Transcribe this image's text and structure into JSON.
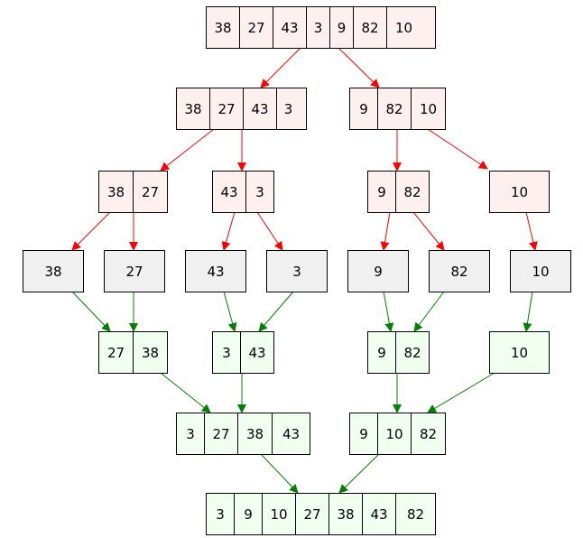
{
  "colors": {
    "split_fill": "#fff0f0",
    "merge_fill": "#f0fff0",
    "leaf_fill": "#f0f0f0",
    "split_edge": "#ff0000",
    "merge_edge": "#008000",
    "stroke": "#000000"
  },
  "nodes": {
    "root": {
      "kind": "split",
      "cells": [
        "38",
        "27",
        "43",
        "3",
        "9",
        "82",
        "10"
      ]
    },
    "s1a": {
      "kind": "split",
      "cells": [
        "38",
        "27",
        "43",
        "3"
      ]
    },
    "s1b": {
      "kind": "split",
      "cells": [
        "9",
        "82",
        "10"
      ]
    },
    "s2a": {
      "kind": "split",
      "cells": [
        "38",
        "27"
      ]
    },
    "s2b": {
      "kind": "split",
      "cells": [
        "43",
        "3"
      ]
    },
    "s2c": {
      "kind": "split",
      "cells": [
        "9",
        "82"
      ]
    },
    "s2d": {
      "kind": "split",
      "cells": [
        "10"
      ]
    },
    "l1": {
      "kind": "leaf",
      "cells": [
        "38"
      ]
    },
    "l2": {
      "kind": "leaf",
      "cells": [
        "27"
      ]
    },
    "l3": {
      "kind": "leaf",
      "cells": [
        "43"
      ]
    },
    "l4": {
      "kind": "leaf",
      "cells": [
        "3"
      ]
    },
    "l5": {
      "kind": "leaf",
      "cells": [
        "9"
      ]
    },
    "l6": {
      "kind": "leaf",
      "cells": [
        "82"
      ]
    },
    "l7": {
      "kind": "leaf",
      "cells": [
        "10"
      ]
    },
    "m1a": {
      "kind": "merge",
      "cells": [
        "27",
        "38"
      ]
    },
    "m1b": {
      "kind": "merge",
      "cells": [
        "3",
        "43"
      ]
    },
    "m1c": {
      "kind": "merge",
      "cells": [
        "9",
        "82"
      ]
    },
    "m1d": {
      "kind": "merge",
      "cells": [
        "10"
      ]
    },
    "m2a": {
      "kind": "merge",
      "cells": [
        "3",
        "27",
        "38",
        "43"
      ]
    },
    "m2b": {
      "kind": "merge",
      "cells": [
        "9",
        "10",
        "82"
      ]
    },
    "result": {
      "kind": "merge",
      "cells": [
        "3",
        "9",
        "10",
        "27",
        "38",
        "43",
        "82"
      ]
    }
  },
  "edges": [
    {
      "from": "root",
      "to": "s1a",
      "kind": "split"
    },
    {
      "from": "root",
      "to": "s1b",
      "kind": "split"
    },
    {
      "from": "s1a",
      "to": "s2a",
      "kind": "split"
    },
    {
      "from": "s1a",
      "to": "s2b",
      "kind": "split"
    },
    {
      "from": "s1b",
      "to": "s2c",
      "kind": "split"
    },
    {
      "from": "s1b",
      "to": "s2d",
      "kind": "split"
    },
    {
      "from": "s2a",
      "to": "l1",
      "kind": "split"
    },
    {
      "from": "s2a",
      "to": "l2",
      "kind": "split"
    },
    {
      "from": "s2b",
      "to": "l3",
      "kind": "split"
    },
    {
      "from": "s2b",
      "to": "l4",
      "kind": "split"
    },
    {
      "from": "s2c",
      "to": "l5",
      "kind": "split"
    },
    {
      "from": "s2c",
      "to": "l6",
      "kind": "split"
    },
    {
      "from": "s2d",
      "to": "l7",
      "kind": "split"
    },
    {
      "from": "l1",
      "to": "m1a",
      "kind": "merge"
    },
    {
      "from": "l2",
      "to": "m1a",
      "kind": "merge"
    },
    {
      "from": "l3",
      "to": "m1b",
      "kind": "merge"
    },
    {
      "from": "l4",
      "to": "m1b",
      "kind": "merge"
    },
    {
      "from": "l5",
      "to": "m1c",
      "kind": "merge"
    },
    {
      "from": "l6",
      "to": "m1c",
      "kind": "merge"
    },
    {
      "from": "l7",
      "to": "m1d",
      "kind": "merge"
    },
    {
      "from": "m1a",
      "to": "m2a",
      "kind": "merge"
    },
    {
      "from": "m1b",
      "to": "m2a",
      "kind": "merge"
    },
    {
      "from": "m1c",
      "to": "m2b",
      "kind": "merge"
    },
    {
      "from": "m1d",
      "to": "m2b",
      "kind": "merge"
    },
    {
      "from": "m2a",
      "to": "result",
      "kind": "merge"
    },
    {
      "from": "m2b",
      "to": "result",
      "kind": "merge"
    }
  ]
}
